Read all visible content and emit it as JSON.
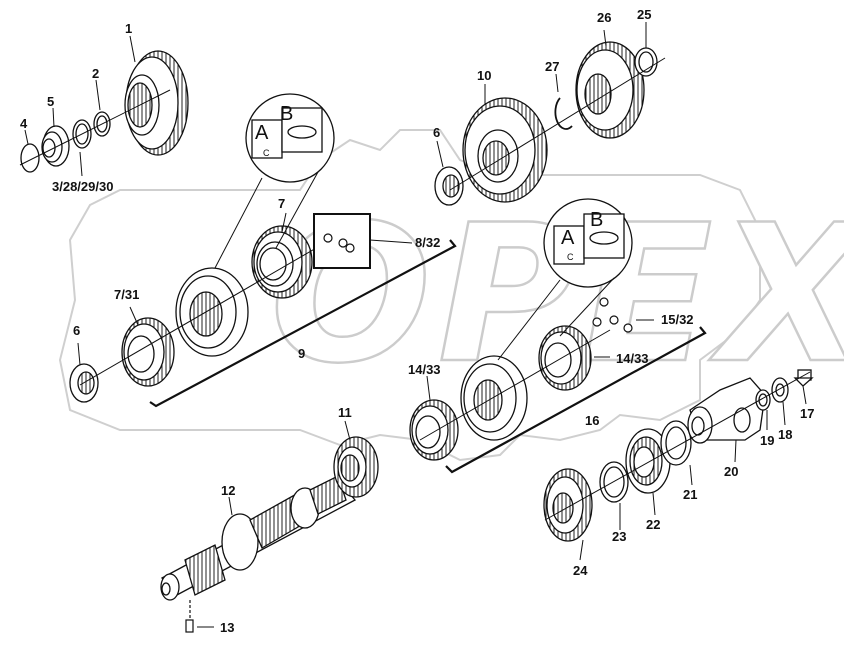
{
  "watermark": "OPEX",
  "callouts": {
    "c1": "1",
    "c2": "2",
    "c3": "3/28/29/30",
    "c4": "4",
    "c5": "5",
    "c6a": "6",
    "c6b": "6",
    "c7": "7",
    "c731": "7/31",
    "c832": "8/32",
    "c9": "9",
    "c10": "10",
    "c11": "11",
    "c12": "12",
    "c13": "13",
    "c1433a": "14/33",
    "c1433b": "14/33",
    "c1532": "15/32",
    "c16": "16",
    "c17": "17",
    "c18": "18",
    "c19": "19",
    "c20": "20",
    "c21": "21",
    "c22": "22",
    "c23": "23",
    "c24": "24",
    "c25": "25",
    "c26": "26",
    "c27": "27"
  },
  "detail_views": {
    "left": {
      "a": "A",
      "b": "B",
      "c": "C"
    },
    "right": {
      "a": "A",
      "b": "B",
      "c": "C"
    }
  },
  "colors": {
    "line": "#111111",
    "watermark_stroke": "#c8c8c8",
    "watermark_fill": "#ffffff"
  }
}
